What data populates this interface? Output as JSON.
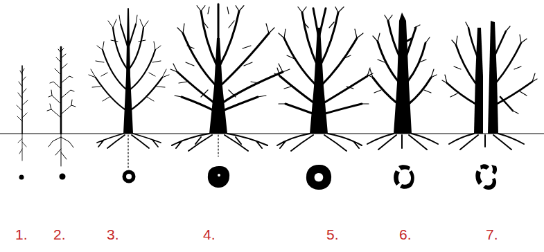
{
  "diagram": {
    "labels": [
      "1.",
      "2.",
      "3.",
      "4.",
      "5.",
      "6.",
      "7."
    ]
  }
}
